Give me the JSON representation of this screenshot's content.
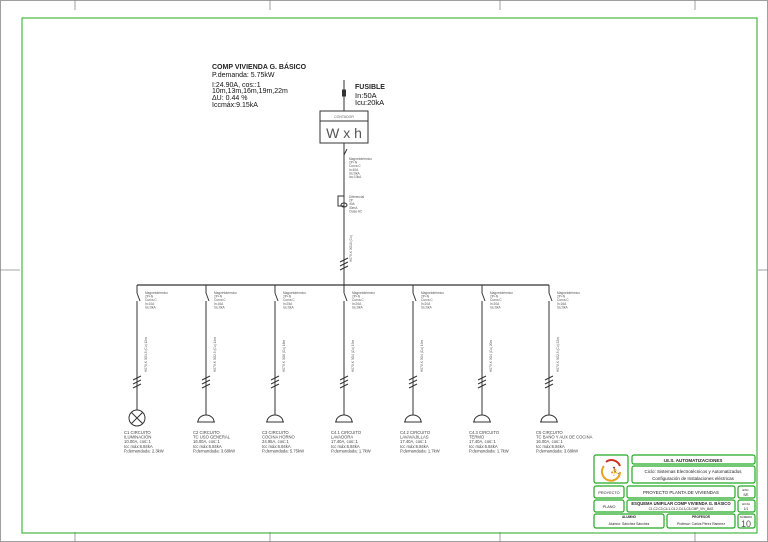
{
  "header": {
    "title": "COMP VIVIENDA G. BÁSICO",
    "lines": [
      "P.demanda: 5.75kW",
      "I:24.90A, cos::1",
      "10m,13m,16m,19m,22m",
      "ΔU: 0.44 %",
      "Iccmáx:9.15kA"
    ]
  },
  "fuse": {
    "title": "FUSIBLE",
    "lines": [
      "In:50A",
      "Icu:20kA"
    ]
  },
  "meter": {
    "label": "CONTADOR",
    "symbol": "W x h"
  },
  "main_breaker": {
    "lines": [
      "Magnetotérmico",
      "2P+N",
      "Curva C",
      "In:40A",
      "Icu:6kA",
      "Icc:10kA"
    ]
  },
  "differential": {
    "lines": [
      "Diferencial",
      "2P",
      "40A",
      "30mA",
      "Clase AC"
    ]
  },
  "main_cable": "H07V-K 3G10 (Cu)",
  "circuits": [
    {
      "breaker": [
        "Magnetotérmico",
        "2P+N",
        "Curva C",
        "In:10A",
        "Icu:6kA"
      ],
      "cable": "H07V-K 3G1.5 (Cu) 12m",
      "load": "lamp",
      "lines": [
        "C1 CIRCUITO",
        "ILUMINACIÓN",
        "10.00A, cos::1",
        "Icc máx:6.84kA",
        "P.demandada: 2.3kW"
      ]
    },
    {
      "breaker": [
        "Magnetotérmico",
        "2P+N",
        "Curva C",
        "In:16A",
        "Icu:6kA"
      ],
      "cable": "H07V-K 3G2.5 (Cu) 14m",
      "load": "socket",
      "lines": [
        "C2 CIRCUITO",
        "TC USO GENERAL",
        "16.00A, cos::1",
        "Icc máx:6.84kA",
        "P.demandada: 3.68kW"
      ]
    },
    {
      "breaker": [
        "Magnetotérmico",
        "2P+N",
        "Curva C",
        "In:25A",
        "Icu:6kA"
      ],
      "cable": "H07V-K 3G6 (Cu) 16m",
      "load": "socket",
      "lines": [
        "C3 CIRCUITO",
        "COCINA HORNO",
        "24.95A, cos::1",
        "Icc máx:6.84kA",
        "P.demandada: 5.75kW"
      ]
    },
    {
      "breaker": [
        "Magnetotérmico",
        "2P+N",
        "Curva C",
        "In:20A",
        "Icu:6kA"
      ],
      "cable": "H07V-K 3G4 (Cu) 19m",
      "load": "socket",
      "lines": [
        "C4.1 CIRCUITO",
        "LAVADORA",
        "17.40A, cos::1",
        "Icc máx:6.84kA",
        "P.demandada: 1.7kW"
      ]
    },
    {
      "breaker": [
        "Magnetotérmico",
        "2P+N",
        "Curva C",
        "In:20A",
        "Icu:6kA"
      ],
      "cable": "H07V-K 3G4 (Cu) 19m",
      "load": "socket",
      "lines": [
        "C4.2 CIRCUITO",
        "LAVAVAJILLAS",
        "17.40A, cos::1",
        "Icc máx:6.84kA",
        "P.demandada: 1.7kW"
      ]
    },
    {
      "breaker": [
        "Magnetotérmico",
        "2P+N",
        "Curva C",
        "In:20A",
        "Icu:6kA"
      ],
      "cable": "H07V-K 3G4 (Cu) 20m",
      "load": "socket",
      "lines": [
        "C4.3 CIRCUITO",
        "TERMO",
        "17.40A, cos::1",
        "Icc máx:6.84kA",
        "P.demandada: 1.7kW"
      ]
    },
    {
      "breaker": [
        "Magnetotérmico",
        "2P+N",
        "Curva C",
        "In:16A",
        "Icu:6kA"
      ],
      "cable": "H07V-K 3G2.5 (Cu) 22m",
      "load": "socket",
      "lines": [
        "C5 CIRCUITO",
        "TC BAÑO Y AUX DE COCINA",
        "16.00A, cos::1",
        "Icc máx:6.84kA",
        "P.demandada: 3.68kW"
      ]
    }
  ],
  "title_block": {
    "org": "I.E.S. AUTOMATIZACIONES",
    "subject": [
      "Ciclo: Sistemas Electrotécnicos y Automatizados",
      "Configuración de Instalaciones eléctricas"
    ],
    "project_label": "PROYECTO",
    "project": "PROYECTO PLANTA DE VIVIENDAS",
    "plan_label": "PLANO",
    "plan": [
      "ESQUEMA UNIFILAR COMP VIVIENDA G. BÁSICO",
      "C1,C2,C3,C4.1,C4.2,C4.3,C5,CMP_VIV_BAS"
    ],
    "scale_label": "ESC.",
    "scale": "S/E",
    "sheet_label": "HOJA",
    "sheet": "1/1",
    "author_label": "ALUMNO",
    "author": "Alumno: Sánchez Sánchez",
    "teacher_label": "PROFESOR",
    "teacher": "Profesor: Carlos Pérez Ramírez",
    "number_label": "NÚMERO",
    "number": "10"
  },
  "colors": {
    "frame": "#22aa22",
    "line": "#333333"
  }
}
